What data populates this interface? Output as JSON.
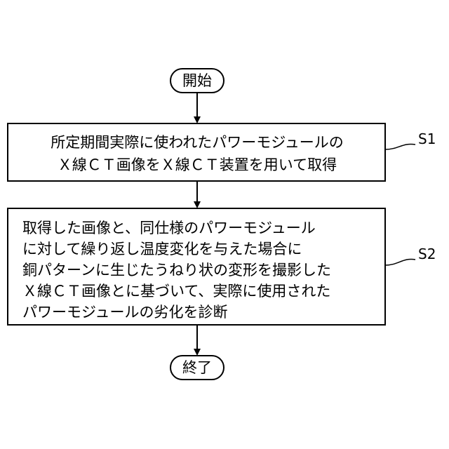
{
  "start_label": "開始",
  "end_label": "終了",
  "steps": [
    {
      "id": "S1",
      "lines": [
        "所定期間実際に使われたパワーモジュールの",
        "Ｘ線ＣＴ画像をＸ線ＣＴ装置を用いて取得"
      ]
    },
    {
      "id": "S2",
      "lines": [
        "取得した画像と、同仕様のパワーモジュール",
        "に対して繰り返し温度変化を与えた場合に",
        "銅パターンに生じたうねり状の変形を撮影した",
        "Ｘ線ＣＴ画像とに基づいて、実際に使用された",
        "パワーモジュールの劣化を診断"
      ]
    }
  ]
}
